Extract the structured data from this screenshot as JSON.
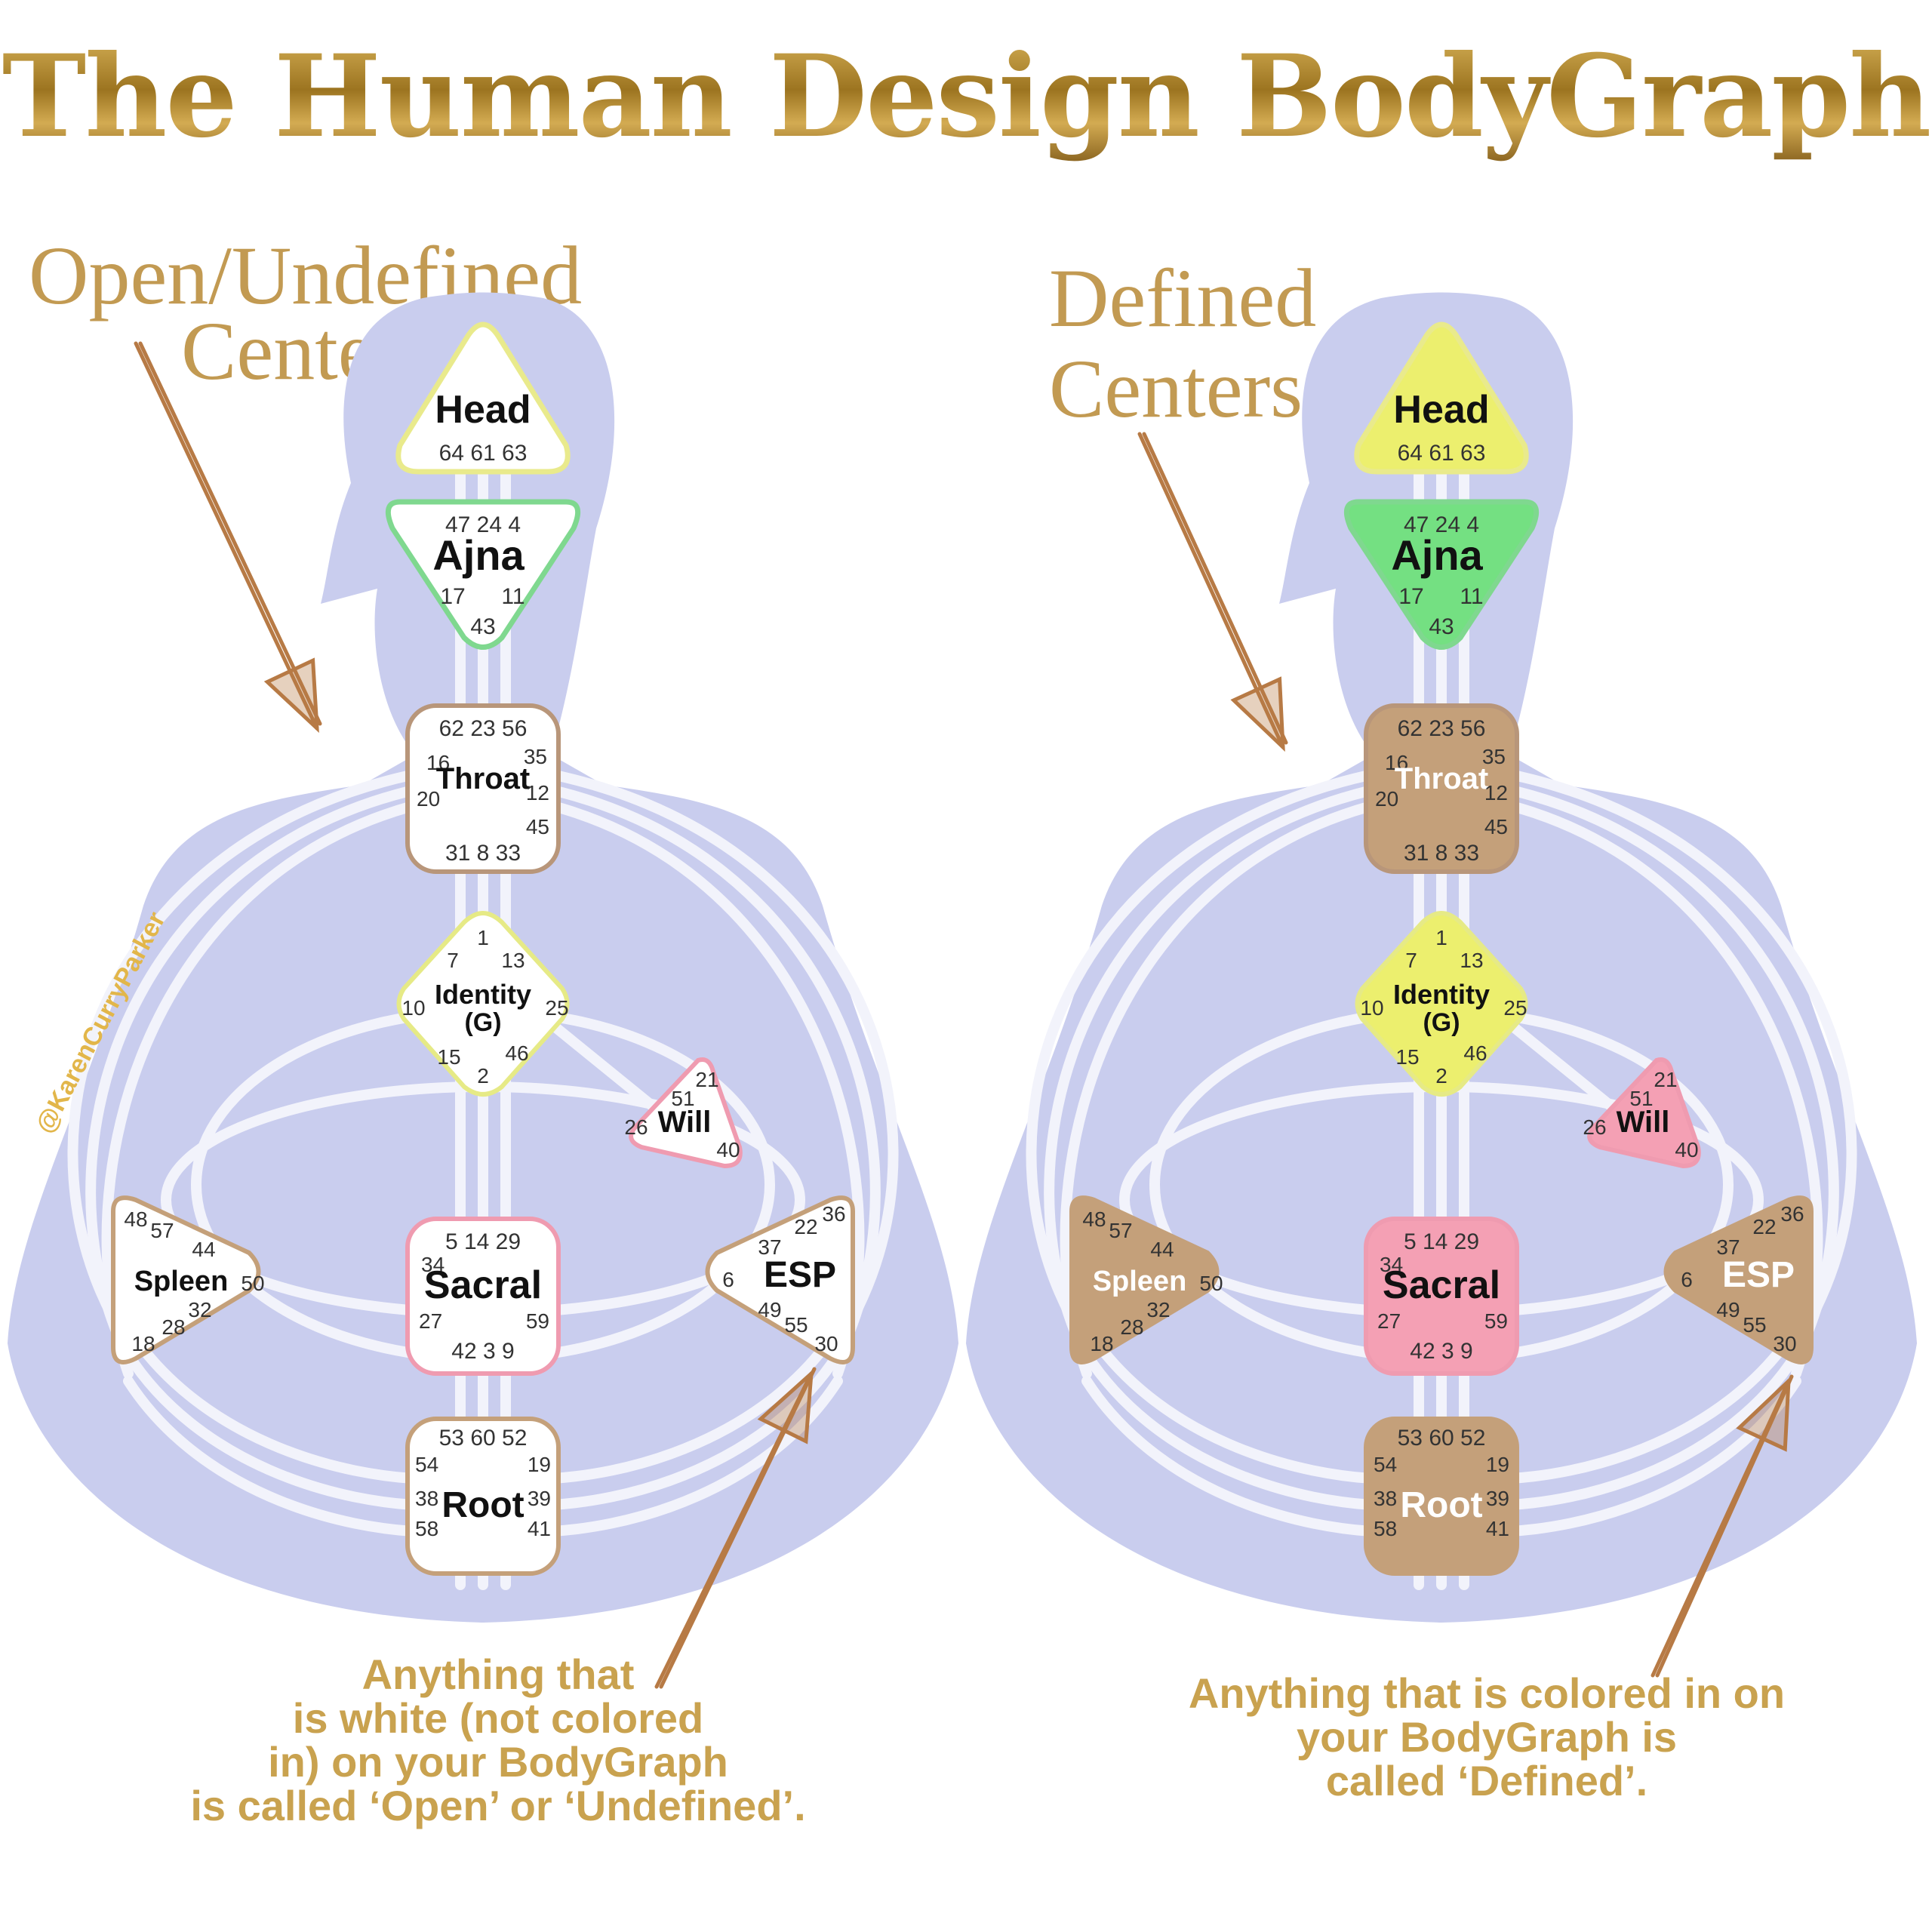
{
  "title": "The Human Design BodyGraph",
  "left": {
    "heading_line1": "Open/Undefined",
    "heading_line2": "Centers",
    "caption": [
      "Anything that",
      "is white (not colored",
      "in) on your BodyGraph",
      "is called ‘Open’ or ‘Undefined’."
    ]
  },
  "right": {
    "heading_line1": "Defined",
    "heading_line2": "Centers",
    "caption": [
      "Anything that is colored in on",
      "your BodyGraph is",
      "called ‘Defined’."
    ]
  },
  "watermark": "@KarenCurryParker",
  "centers": {
    "head": {
      "name": "Head",
      "gates": [
        "64",
        "61",
        "63"
      ],
      "border": "#e9ea8c",
      "fill": "#ecef6e"
    },
    "ajna": {
      "name": "Ajna",
      "gates": [
        "47",
        "24",
        "4",
        "17",
        "11",
        "43"
      ],
      "border": "#7fd88f",
      "fill": "#74e082"
    },
    "throat": {
      "name": "Throat",
      "gates": [
        "62",
        "23",
        "56",
        "16",
        "35",
        "20",
        "12",
        "45",
        "31",
        "8",
        "33"
      ],
      "border": "#b8967a",
      "fill": "#c4a07a"
    },
    "g": {
      "name": "Identity",
      "sub": "(G)",
      "gates": [
        "1",
        "7",
        "13",
        "10",
        "25",
        "15",
        "46",
        "2"
      ],
      "border": "#e6ea86",
      "fill": "#ecef6e"
    },
    "will": {
      "name": "Will",
      "gates": [
        "21",
        "51",
        "26",
        "40"
      ],
      "border": "#ef9bb0",
      "fill": "#f4a0b4"
    },
    "spleen": {
      "name": "Spleen",
      "gates": [
        "48",
        "57",
        "44",
        "50",
        "32",
        "28",
        "18"
      ],
      "border": "#c4a07a",
      "fill": "#c4a07a"
    },
    "sacral": {
      "name": "Sacral",
      "gates": [
        "5",
        "14",
        "29",
        "34",
        "27",
        "59",
        "42",
        "3",
        "9"
      ],
      "border": "#ef9bb0",
      "fill": "#f4a0b4"
    },
    "esp": {
      "name": "ESP",
      "gates": [
        "22",
        "36",
        "37",
        "6",
        "49",
        "55",
        "30"
      ],
      "border": "#c4a07a",
      "fill": "#c4a07a"
    },
    "root": {
      "name": "Root",
      "gates": [
        "53",
        "60",
        "52",
        "54",
        "19",
        "38",
        "39",
        "58",
        "41"
      ],
      "border": "#c4a07a",
      "fill": "#c4a07a"
    }
  },
  "colors": {
    "silhouette": "#c9cdee",
    "channel": "#f2f3fb",
    "arrow": "#b77a45",
    "gold": "#c9a24f"
  }
}
